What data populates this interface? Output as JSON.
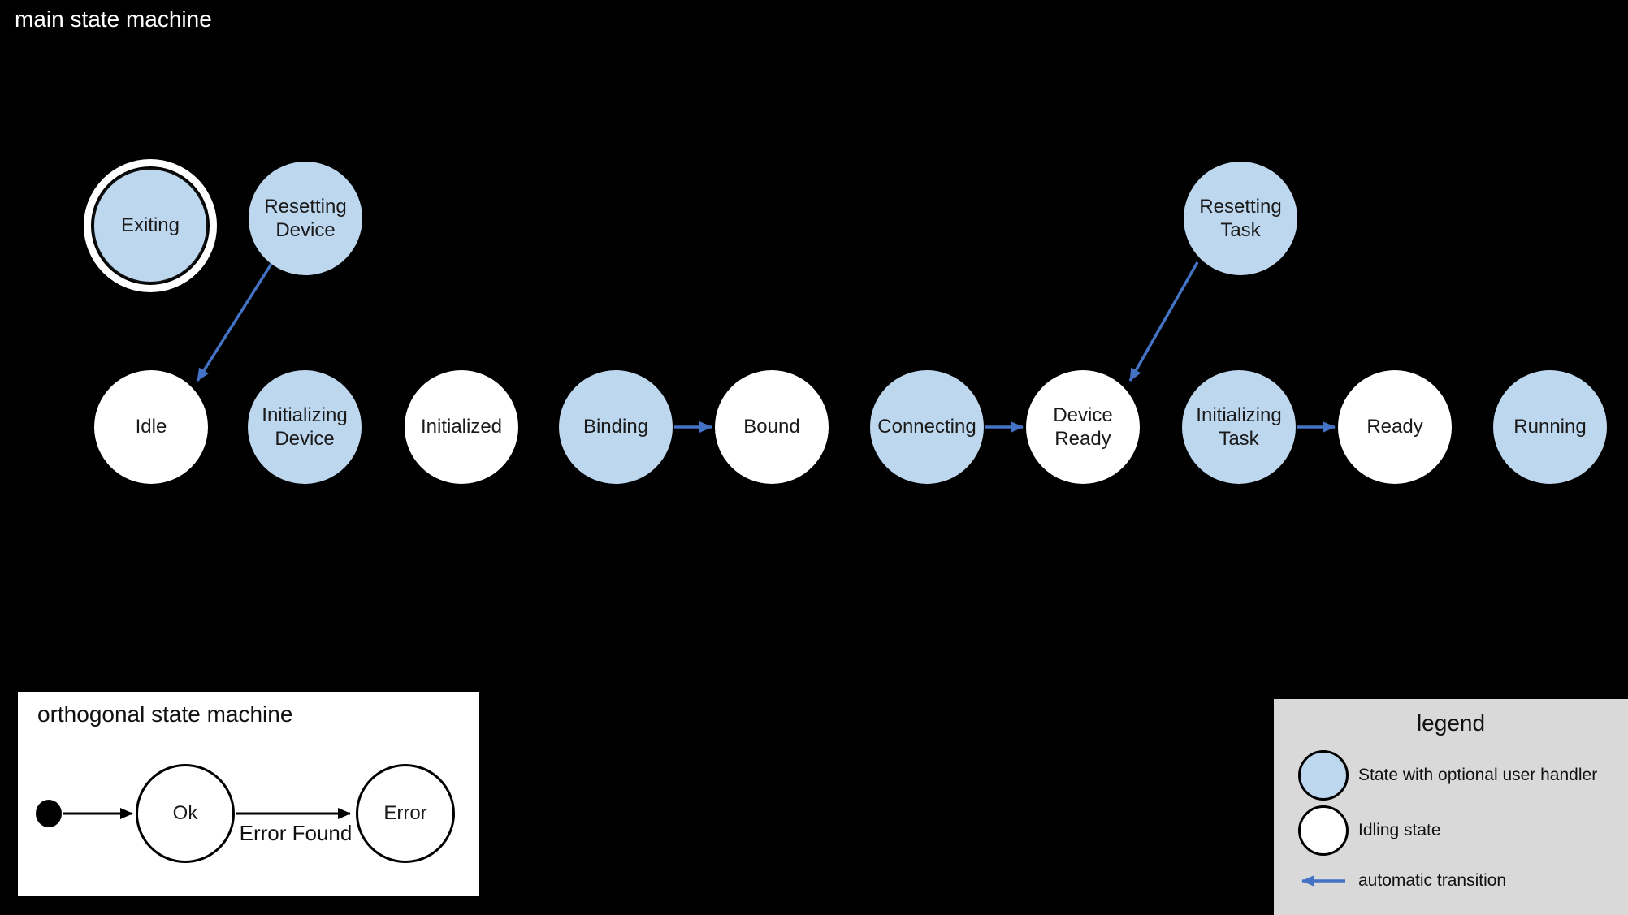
{
  "colors": {
    "background": "#000000",
    "handler_state_fill": "#BDD7EE",
    "idling_state_fill": "#FFFFFF",
    "automatic_transition": "#4472C4",
    "legend_background": "#D9D9D9"
  },
  "main_machine": {
    "title": "main state machine",
    "states": [
      {
        "label": "Exiting",
        "kind": "handler",
        "final": true
      },
      {
        "label": "Resetting\nDevice",
        "kind": "handler"
      },
      {
        "label": "Resetting\nTask",
        "kind": "handler"
      },
      {
        "label": "Idle",
        "kind": "idling"
      },
      {
        "label": "Initializing\nDevice",
        "kind": "handler"
      },
      {
        "label": "Initialized",
        "kind": "idling"
      },
      {
        "label": "Binding",
        "kind": "handler"
      },
      {
        "label": "Bound",
        "kind": "idling"
      },
      {
        "label": "Connecting",
        "kind": "handler"
      },
      {
        "label": "Device\nReady",
        "kind": "idling"
      },
      {
        "label": "Initializing\nTask",
        "kind": "handler"
      },
      {
        "label": "Ready",
        "kind": "idling"
      },
      {
        "label": "Running",
        "kind": "handler"
      }
    ],
    "transitions": [
      {
        "from": "Resetting Device",
        "to": "Idle",
        "type": "automatic"
      },
      {
        "from": "Binding",
        "to": "Bound",
        "type": "automatic"
      },
      {
        "from": "Connecting",
        "to": "Device Ready",
        "type": "automatic"
      },
      {
        "from": "Resetting Task",
        "to": "Device Ready",
        "type": "automatic"
      },
      {
        "from": "Initializing Task",
        "to": "Ready",
        "type": "automatic"
      }
    ]
  },
  "orthogonal_machine": {
    "title": "orthogonal state machine",
    "states": [
      {
        "label": "Ok",
        "kind": "idling",
        "initial": true
      },
      {
        "label": "Error",
        "kind": "idling"
      }
    ],
    "transitions": [
      {
        "from": "initial",
        "to": "Ok",
        "label": ""
      },
      {
        "from": "Ok",
        "to": "Error",
        "label": "Error Found"
      }
    ]
  },
  "legend": {
    "title": "legend",
    "items": [
      {
        "symbol": "handler-state-circle",
        "label": "State with optional user handler"
      },
      {
        "symbol": "idling-state-circle",
        "label": "Idling state"
      },
      {
        "symbol": "automatic-transition-arrow",
        "label": "automatic transition"
      }
    ]
  }
}
